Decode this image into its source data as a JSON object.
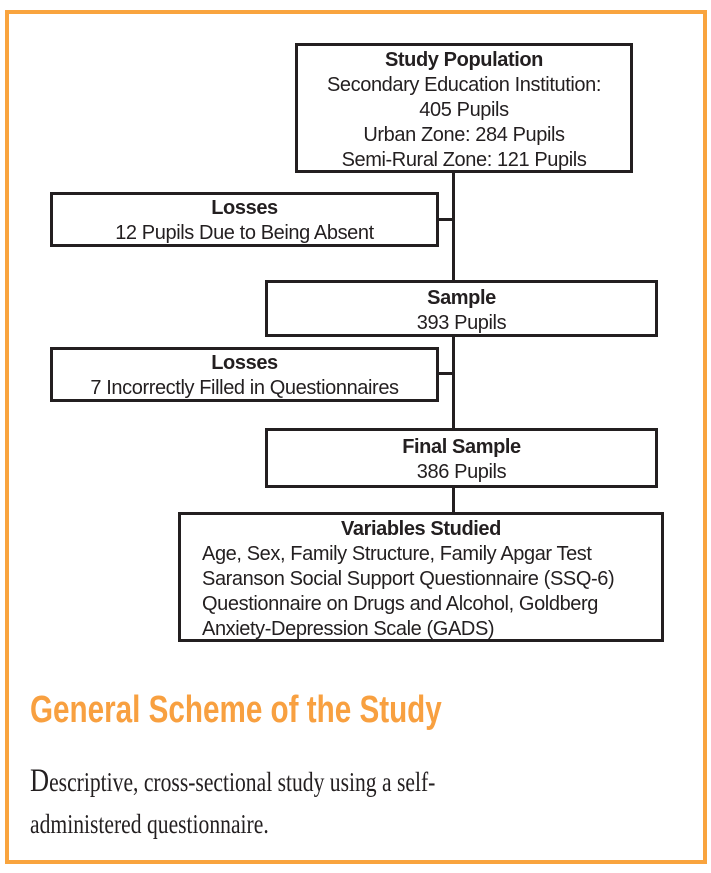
{
  "figure": {
    "flowchart": {
      "study_population": {
        "title": "Study Population",
        "lines": [
          "Secondary Education Institution:",
          "405 Pupils",
          "Urban Zone: 284 Pupils",
          "Semi-Rural Zone: 121 Pupils"
        ]
      },
      "losses_absent": {
        "title": "Losses",
        "lines": [
          "12 Pupils Due to Being Absent"
        ]
      },
      "sample": {
        "title": "Sample",
        "lines": [
          "393 Pupils"
        ]
      },
      "losses_questionnaires": {
        "title": "Losses",
        "lines": [
          "7 Incorrectly Filled in Questionnaires"
        ]
      },
      "final_sample": {
        "title": "Final Sample",
        "lines": [
          "386 Pupils"
        ]
      },
      "variables_studied": {
        "title": "Variables Studied",
        "lines": [
          "Age, Sex, Family Structure, Family Apgar Test",
          "Saranson Social Support Questionnaire (SSQ-6)",
          "Questionnaire on Drugs and Alcohol, Goldberg",
          "Anxiety-Depression Scale (GADS)"
        ]
      }
    },
    "heading": "General Scheme of the Study",
    "caption": {
      "line1": "Descriptive, cross-sectional study using a self-",
      "line2": "administered questionnaire."
    },
    "colors": {
      "accent_orange": "#F9A43E",
      "heading_orange": "#F8A040",
      "ink": "#231F20"
    }
  }
}
